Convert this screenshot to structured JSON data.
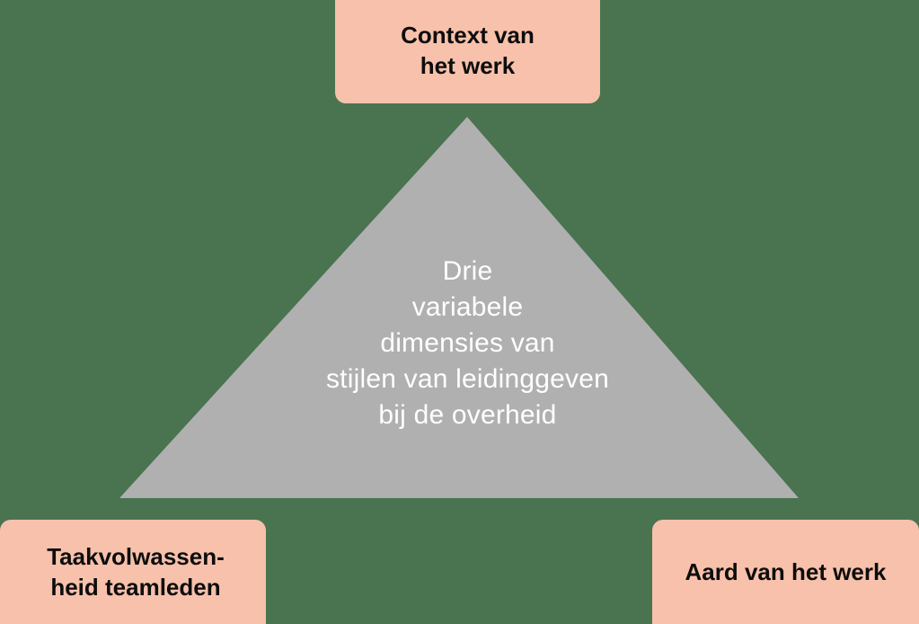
{
  "diagram": {
    "background_color": "#4a7350",
    "triangle": {
      "fill_color": "#b0b0b0",
      "text_color": "#ffffff",
      "label": "Drie\nvariabele\ndimensies van\nstijlen van leidinggeven\nbij de overheid"
    },
    "boxes": {
      "box_color": "#f7c1ab",
      "text_color": "#0d0d0d",
      "top": {
        "label": "Context van\nhet werk"
      },
      "bottom_left": {
        "label": "Taakvolwassen-\nheid teamleden"
      },
      "bottom_right": {
        "label": "Aard van het werk"
      }
    }
  }
}
